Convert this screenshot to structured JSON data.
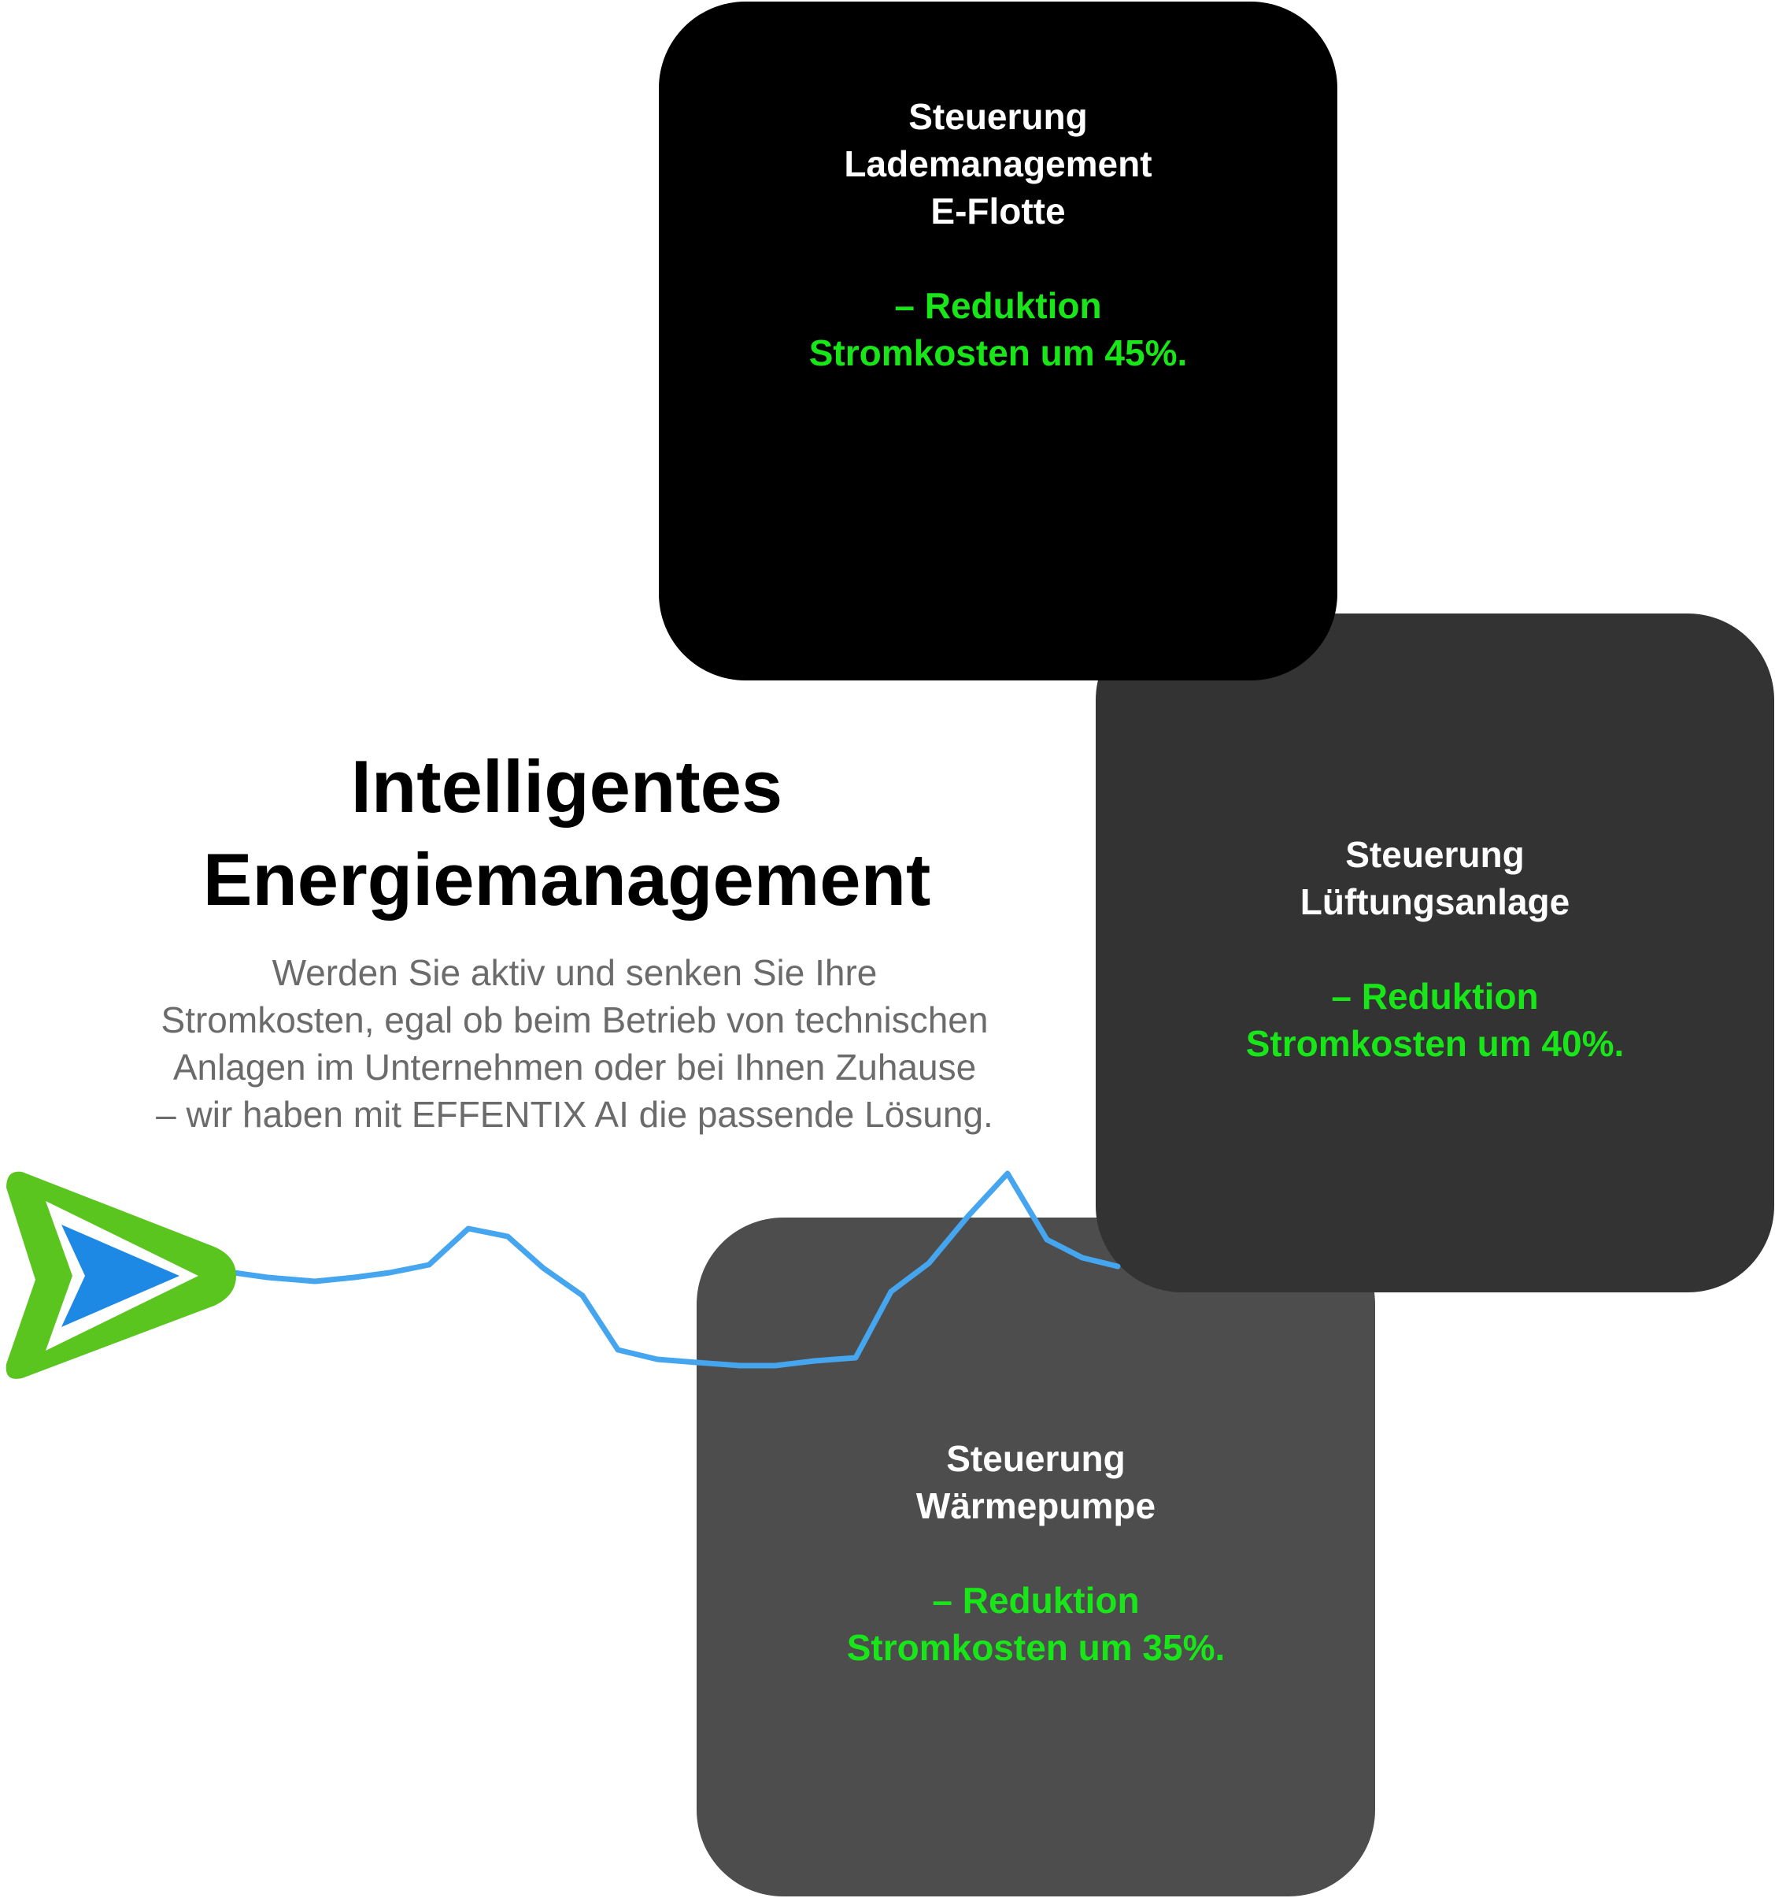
{
  "headline": {
    "line1": "Intelligentes",
    "line2": "Energiemanagement"
  },
  "body_text": {
    "line1": "Werden Sie aktiv und senken Sie Ihre",
    "line2": "Stromkosten, egal ob beim Betrieb von technischen",
    "line3": "Anlagen im Unternehmen oder bei Ihnen Zuhause",
    "line4": "– wir haben mit EFFENTIX AI die passende Lösung."
  },
  "cards": [
    {
      "title_lines": [
        "Steuerung",
        "Lademanagement",
        "E-Flotte"
      ],
      "result_lines": [
        "– Reduktion",
        "Stromkosten um 45%."
      ]
    },
    {
      "title_lines": [
        "Steuerung",
        "Lüftungsanlage"
      ],
      "result_lines": [
        "– Reduktion",
        "Stromkosten um 40%."
      ]
    },
    {
      "title_lines": [
        "Steuerung",
        "Wärmepumpe"
      ],
      "result_lines": [
        "– Reduktion",
        "Stromkosten um 35%."
      ]
    }
  ],
  "logo": {
    "icon": "arrow-logo-icon",
    "outer_color": "#5ac51e",
    "inner_color": "#1e88e5"
  },
  "wave": {
    "icon": "energy-wave-line",
    "color": "#45a5ef"
  },
  "colors": {
    "accent_green": "#19e619",
    "card_black": "#000000",
    "card_dark": "#333333",
    "card_gray": "#4d4d4d"
  }
}
